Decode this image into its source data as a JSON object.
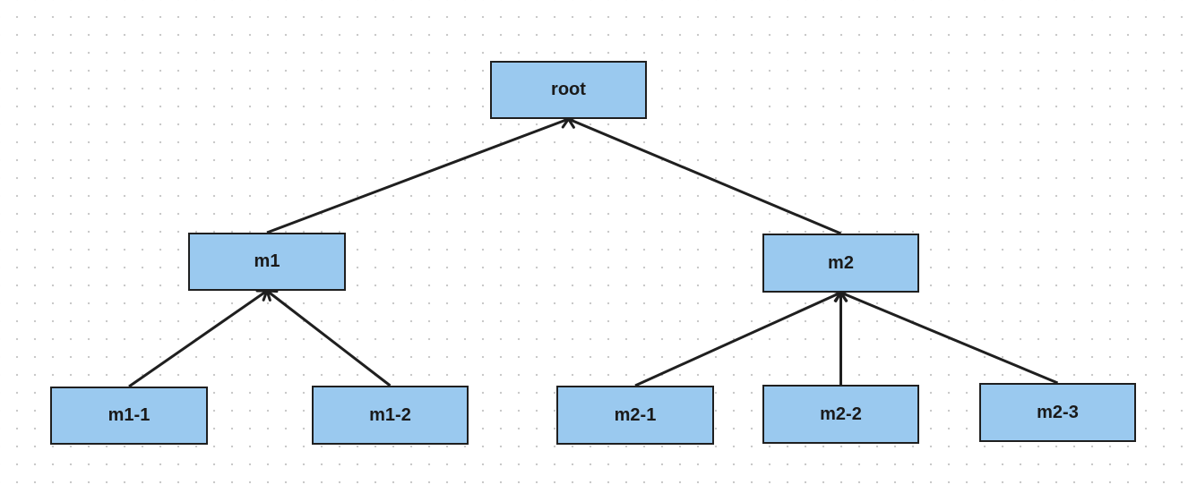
{
  "diagram": {
    "node_fill": "#9ac9ef",
    "node_border": "#1f1f1f",
    "edge_color": "#1f1f1f",
    "nodes": {
      "root": {
        "label": "root"
      },
      "m1": {
        "label": "m1"
      },
      "m2": {
        "label": "m2"
      },
      "m1_1": {
        "label": "m1-1"
      },
      "m1_2": {
        "label": "m1-2"
      },
      "m2_1": {
        "label": "m2-1"
      },
      "m2_2": {
        "label": "m2-2"
      },
      "m2_3": {
        "label": "m2-3"
      }
    },
    "edges": [
      {
        "from": "m1",
        "to": "root"
      },
      {
        "from": "m2",
        "to": "root"
      },
      {
        "from": "m1_1",
        "to": "m1"
      },
      {
        "from": "m1_2",
        "to": "m1"
      },
      {
        "from": "m2_1",
        "to": "m2"
      },
      {
        "from": "m2_2",
        "to": "m2"
      },
      {
        "from": "m2_3",
        "to": "m2"
      }
    ]
  }
}
